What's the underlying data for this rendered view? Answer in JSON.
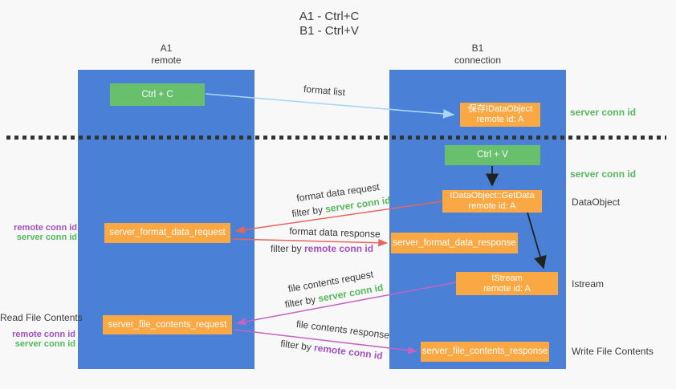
{
  "title": {
    "line1": "A1 - Ctrl+C",
    "line2": "B1 - Ctrl+V"
  },
  "lanes": {
    "a1": {
      "name": "A1",
      "subtitle": "remote"
    },
    "b1": {
      "name": "B1",
      "subtitle": "connection"
    }
  },
  "nodes": {
    "ctrl_c": {
      "label": "Ctrl + C"
    },
    "ctrl_v": {
      "label": "Ctrl + V"
    },
    "save_idataobject": {
      "label": "保存IDataObject",
      "sub": "remote id: A"
    },
    "getdata": {
      "label": "IDataObject::GetData",
      "sub": "remote id: A"
    },
    "istream": {
      "label": "IStream",
      "sub": "remote id: A"
    },
    "format_request": {
      "label": "server_format_data_request"
    },
    "format_response": {
      "label": "server_format_data_response"
    },
    "file_request": {
      "label": "server_file_contents_request"
    },
    "file_response": {
      "label": "server_file_contents_response"
    }
  },
  "flow_labels": {
    "format_list": "format list",
    "format_data_request": "format data request",
    "format_data_response": "format data response",
    "file_contents_request": "file contents request",
    "file_contents_response": "file contents response",
    "filter_by": "filter by",
    "server_conn_id": "server conn id",
    "remote_conn_id": "remote conn id"
  },
  "side_labels": {
    "server_conn_id_right_top": "server conn id",
    "server_conn_id_right_mid": "server conn id",
    "dataobject": "DataObject",
    "istream": "Istream",
    "write_file_contents": "Write File Contents",
    "read_file_contents": "Read File Contents",
    "remote_conn_id_left_1": "remote conn id",
    "server_conn_id_left_1": "server conn id",
    "remote_conn_id_left_2": "remote conn id",
    "server_conn_id_left_2": "server conn id"
  },
  "colors": {
    "lane_blue": "#4a80d6",
    "node_green": "#68bf6c",
    "node_orange": "#f9a843",
    "green_text": "#54b85c",
    "purple_text": "#a44fc4",
    "arrow_lightblue": "#a9d7f5",
    "arrow_red": "#e5655f",
    "arrow_magenta": "#c263c2",
    "arrow_black": "#222222",
    "background": "#f8f8f8"
  }
}
